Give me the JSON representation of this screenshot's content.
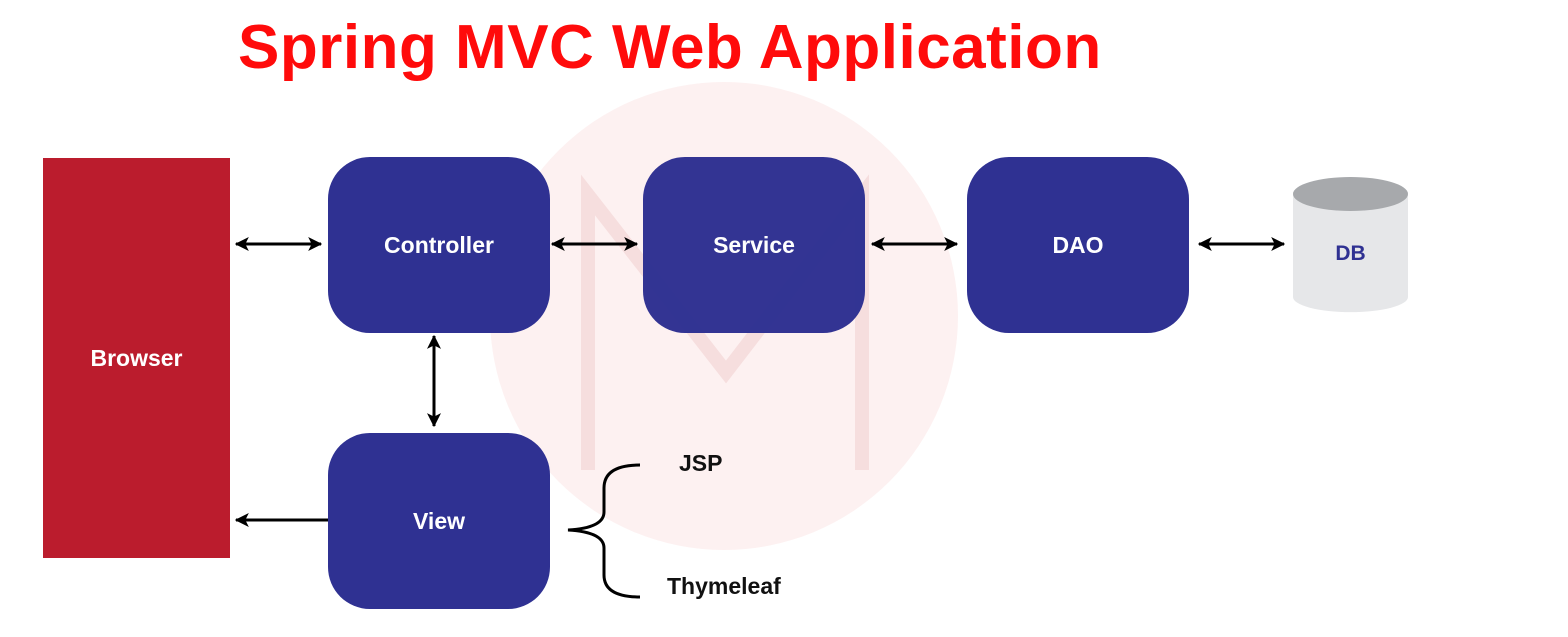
{
  "title": "Spring MVC Web Application",
  "colors": {
    "title": "#ff0b0b",
    "browser": "#bb1c2d",
    "node": "#2f3192",
    "db_body": "#e6e7e9",
    "db_top": "#a7a9ac",
    "db_text": "#2f3192",
    "arrow": "#000000",
    "watermark": "#fdf1f1"
  },
  "blocks": {
    "browser": "Browser",
    "controller": "Controller",
    "service": "Service",
    "dao": "DAO",
    "view": "View"
  },
  "db": {
    "label": "DB",
    "icon": "database-cylinder-icon"
  },
  "view_technologies": [
    "JSP",
    "Thymeleaf"
  ],
  "connections": [
    {
      "from": "Browser",
      "to": "Controller",
      "direction": "both"
    },
    {
      "from": "Controller",
      "to": "Service",
      "direction": "both"
    },
    {
      "from": "Service",
      "to": "DAO",
      "direction": "both"
    },
    {
      "from": "DAO",
      "to": "DB",
      "direction": "both"
    },
    {
      "from": "Controller",
      "to": "View",
      "direction": "both"
    },
    {
      "from": "View",
      "to": "Browser",
      "direction": "one-way"
    }
  ]
}
